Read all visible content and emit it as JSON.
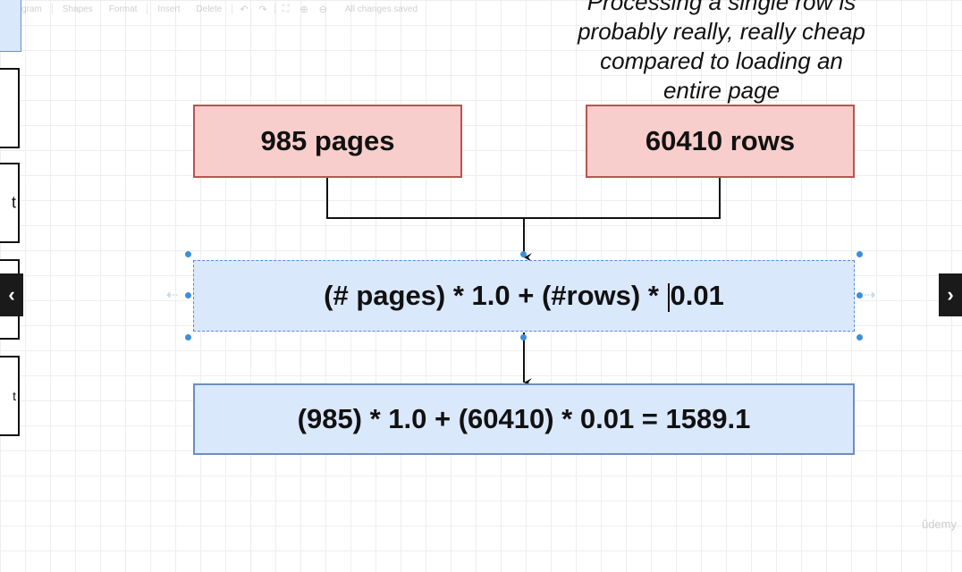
{
  "toolbar": {
    "diagram": "Diagram",
    "shapes": "Shapes",
    "format": "Format",
    "insert": "Insert",
    "delete": "Delete",
    "status": "All changes saved"
  },
  "palette": {
    "shape_label_1": "t",
    "shape_label_2": "t"
  },
  "annotation": {
    "line1": "Processing a single row is",
    "line2": "probably really, really cheap",
    "line3": "compared to loading an",
    "line4": "entire page"
  },
  "boxes": {
    "pages": "985 pages",
    "rows": "60410 rows",
    "formula_left": "(# pages) * 1.0 + (#rows) * ",
    "formula_right": "0.01",
    "result": "(985) * 1.0 + (60410) * 0.01 = 1589.1"
  },
  "nav": {
    "prev_icon": "chevron-left-icon",
    "next_icon": "chevron-right-icon"
  },
  "watermark": "ûdemy",
  "colors": {
    "red_fill": "#f8cecc",
    "red_stroke": "#b85450",
    "blue_fill": "#dae8fc",
    "blue_stroke": "#6c8ebf",
    "selection": "#3d8fd6"
  }
}
